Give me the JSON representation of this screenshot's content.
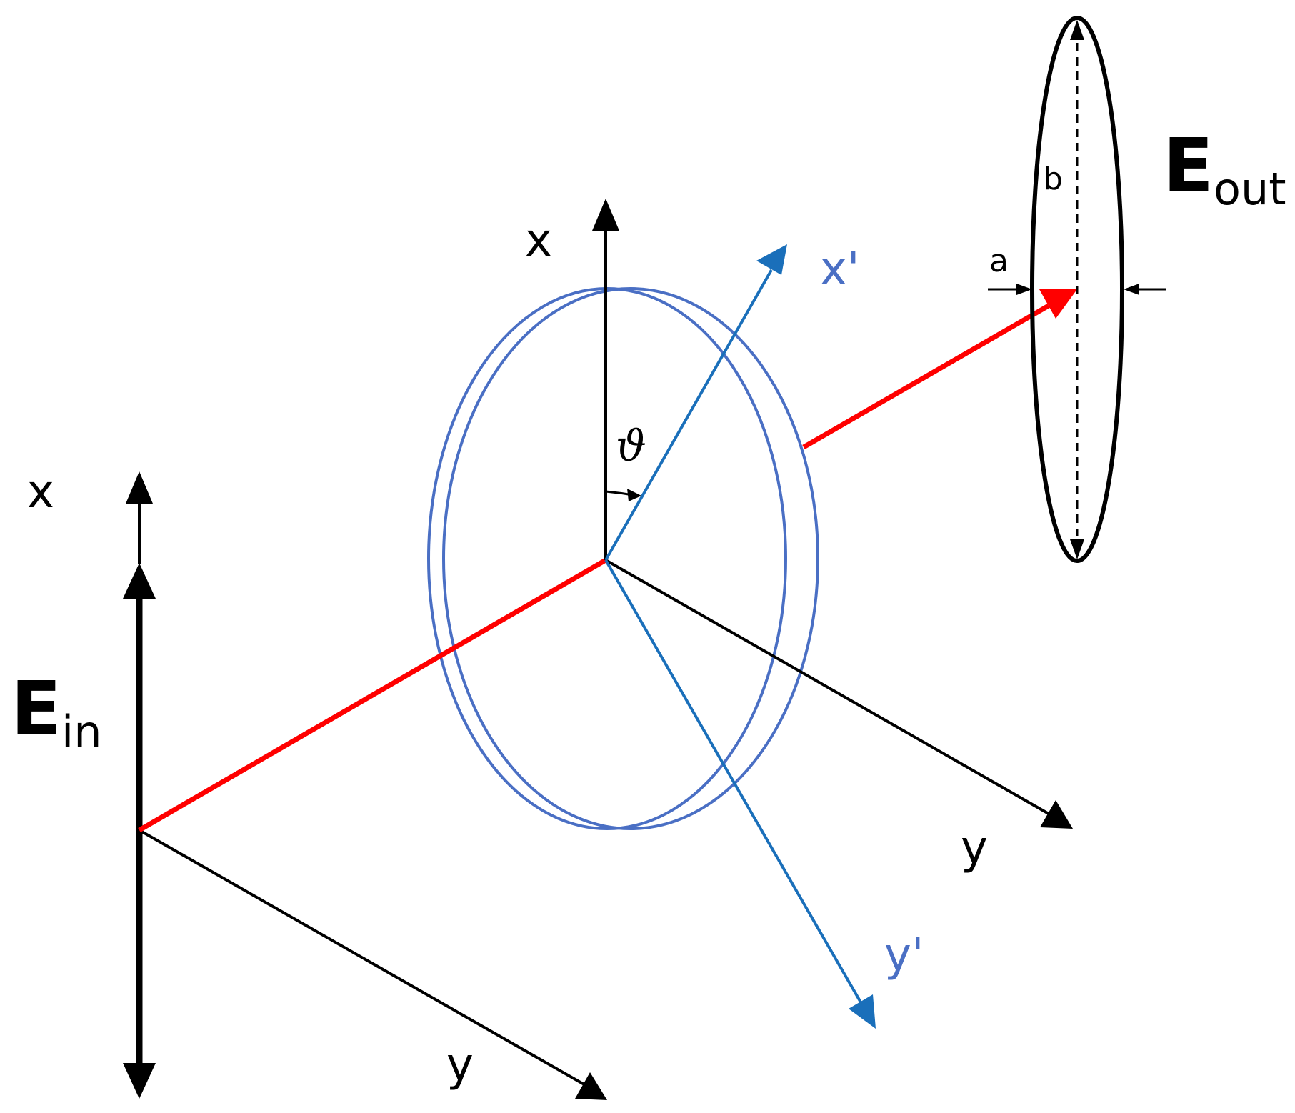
{
  "labels": {
    "in_x": "x",
    "in_y": "y",
    "plate_x": "x",
    "plate_y": "y",
    "rot_x": "x'",
    "rot_y": "y'",
    "theta": "ϑ",
    "ein_main": "E",
    "ein_sub": "in",
    "eout_main": "E",
    "eout_sub": "out",
    "minor_axis": "a",
    "major_axis": "b"
  },
  "colors": {
    "beam": "#ff0000",
    "axes": "#000000",
    "rotated_axes": "#1a6fba",
    "plate": "#4a6fc4",
    "rotated_labels": "#4a6fc4",
    "ellipse": "#000000"
  }
}
